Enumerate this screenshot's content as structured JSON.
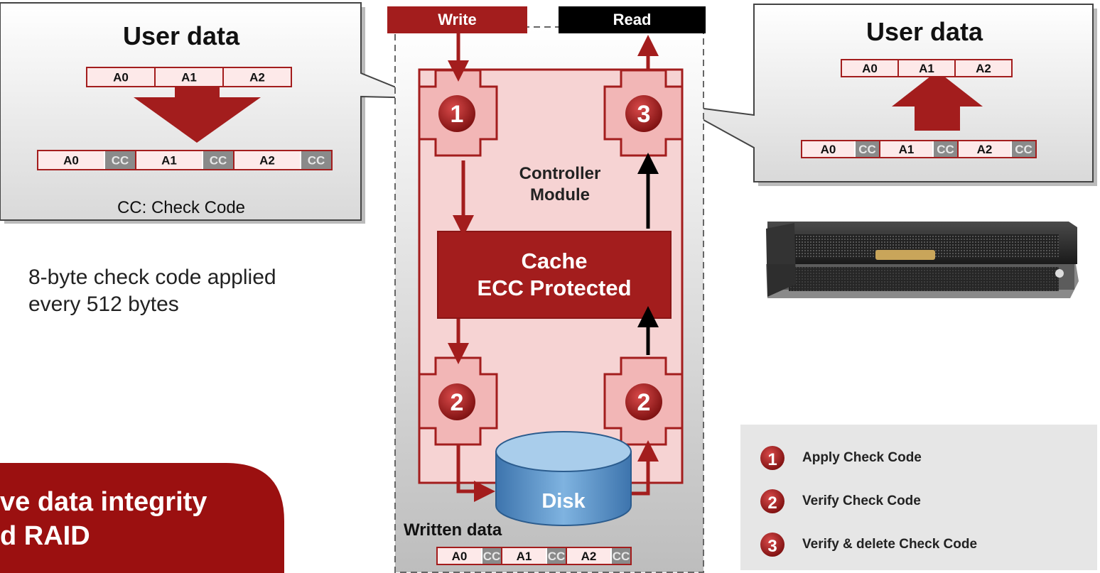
{
  "top": {
    "write_label": "Write",
    "read_label": "Read"
  },
  "callout_left": {
    "title": "User data",
    "top_blocks": [
      "A0",
      "A1",
      "A2"
    ],
    "bottom_blocks": [
      "A0",
      "CC",
      "A1",
      "CC",
      "A2",
      "CC"
    ],
    "footnote": "CC: Check Code"
  },
  "callout_right": {
    "title": "User data",
    "top_blocks": [
      "A0",
      "A1",
      "A2"
    ],
    "bottom_blocks": [
      "A0",
      "CC",
      "A1",
      "CC",
      "A2",
      "CC"
    ]
  },
  "description": {
    "line1": "8-byte check code applied",
    "line2": "every 512 bytes"
  },
  "controller": {
    "title_line1": "Controller",
    "title_line2": "Module",
    "cache_line1": "Cache",
    "cache_line2": "ECC Protected",
    "badges": {
      "write_apply": "1",
      "read_verify_delete": "3",
      "write_verify": "2",
      "read_verify": "2"
    }
  },
  "disk": {
    "label": "Disk"
  },
  "written": {
    "title": "Written data",
    "blocks": [
      "A0",
      "CC",
      "A1",
      "CC",
      "A2",
      "CC"
    ]
  },
  "legend": [
    {
      "num": "1",
      "text": "Apply Check Code"
    },
    {
      "num": "2",
      "text": "Verify Check Code"
    },
    {
      "num": "3",
      "text": "Verify & delete Check Code"
    }
  ],
  "banner": {
    "line1": "ve data integrity",
    "line2": "d RAID"
  },
  "colors": {
    "brand_red": "#a31d1d",
    "panel_pink": "#f6d3d3",
    "cc_grey": "#8a8a8a",
    "disk_blue": "#5b93c6"
  },
  "icons": {
    "storage_device": "eternus-storage-device"
  }
}
